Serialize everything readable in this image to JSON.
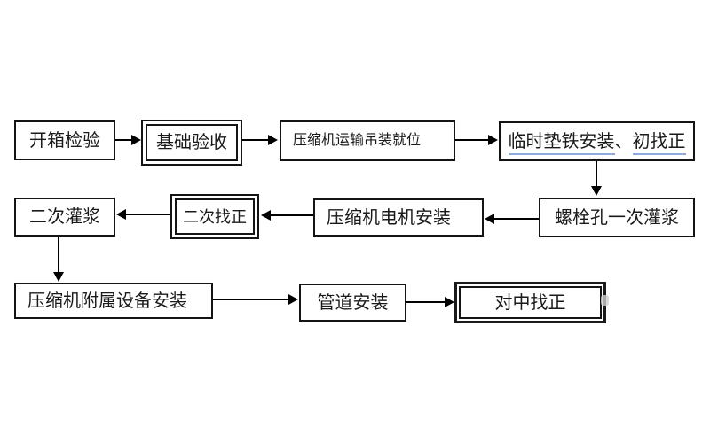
{
  "diagram": {
    "type": "flowchart",
    "background_color": "#ffffff",
    "line_color": "#000000",
    "border_color": "#141414",
    "underline_color": "#8faadc",
    "nodes": [
      {
        "id": "open-box-inspection",
        "label": "开箱检验",
        "border": "single"
      },
      {
        "id": "foundation-acceptance",
        "label": "基础验收",
        "border": "double"
      },
      {
        "id": "compressor-transport-hoisting-in-place",
        "label": "压缩机运输吊装就位",
        "border": "single"
      },
      {
        "id": "temporary-shim-install-initial-alignment",
        "label": "临时垫铁安装、初找正",
        "border": "single",
        "parts": [
          {
            "text": "临时垫铁安装",
            "underlined": true
          },
          {
            "text": "、",
            "underlined": false
          },
          {
            "text": "初找正",
            "underlined": true
          }
        ]
      },
      {
        "id": "bolt-hole-first-grouting",
        "label": "螺栓孔一次灌浆",
        "border": "single"
      },
      {
        "id": "compressor-motor-install",
        "label": "压缩机电机安装",
        "border": "single"
      },
      {
        "id": "secondary-alignment",
        "label": "二次找正",
        "border": "double"
      },
      {
        "id": "secondary-grouting",
        "label": "二次灌浆",
        "border": "single"
      },
      {
        "id": "compressor-auxiliary-equipment-install",
        "label": "压缩机附属设备安装",
        "border": "single"
      },
      {
        "id": "piping-install",
        "label": "管道安装",
        "border": "single"
      },
      {
        "id": "centering-alignment",
        "label": "对中找正",
        "border": "double"
      }
    ],
    "edges": [
      {
        "from": "开箱检验",
        "to": "基础验收",
        "direction": "right"
      },
      {
        "from": "基础验收",
        "to": "压缩机运输吊装就位",
        "direction": "right"
      },
      {
        "from": "压缩机运输吊装就位",
        "to": "临时垫铁安装、初找正",
        "direction": "right"
      },
      {
        "from": "临时垫铁安装、初找正",
        "to": "螺栓孔一次灌浆",
        "direction": "down"
      },
      {
        "from": "螺栓孔一次灌浆",
        "to": "压缩机电机安装",
        "direction": "left"
      },
      {
        "from": "压缩机电机安装",
        "to": "二次找正",
        "direction": "left"
      },
      {
        "from": "二次找正",
        "to": "二次灌浆",
        "direction": "left"
      },
      {
        "from": "二次灌浆",
        "to": "压缩机附属设备安装",
        "direction": "down"
      },
      {
        "from": "压缩机附属设备安装",
        "to": "管道安装",
        "direction": "right"
      },
      {
        "from": "管道安装",
        "to": "对中找正",
        "direction": "right"
      }
    ]
  }
}
